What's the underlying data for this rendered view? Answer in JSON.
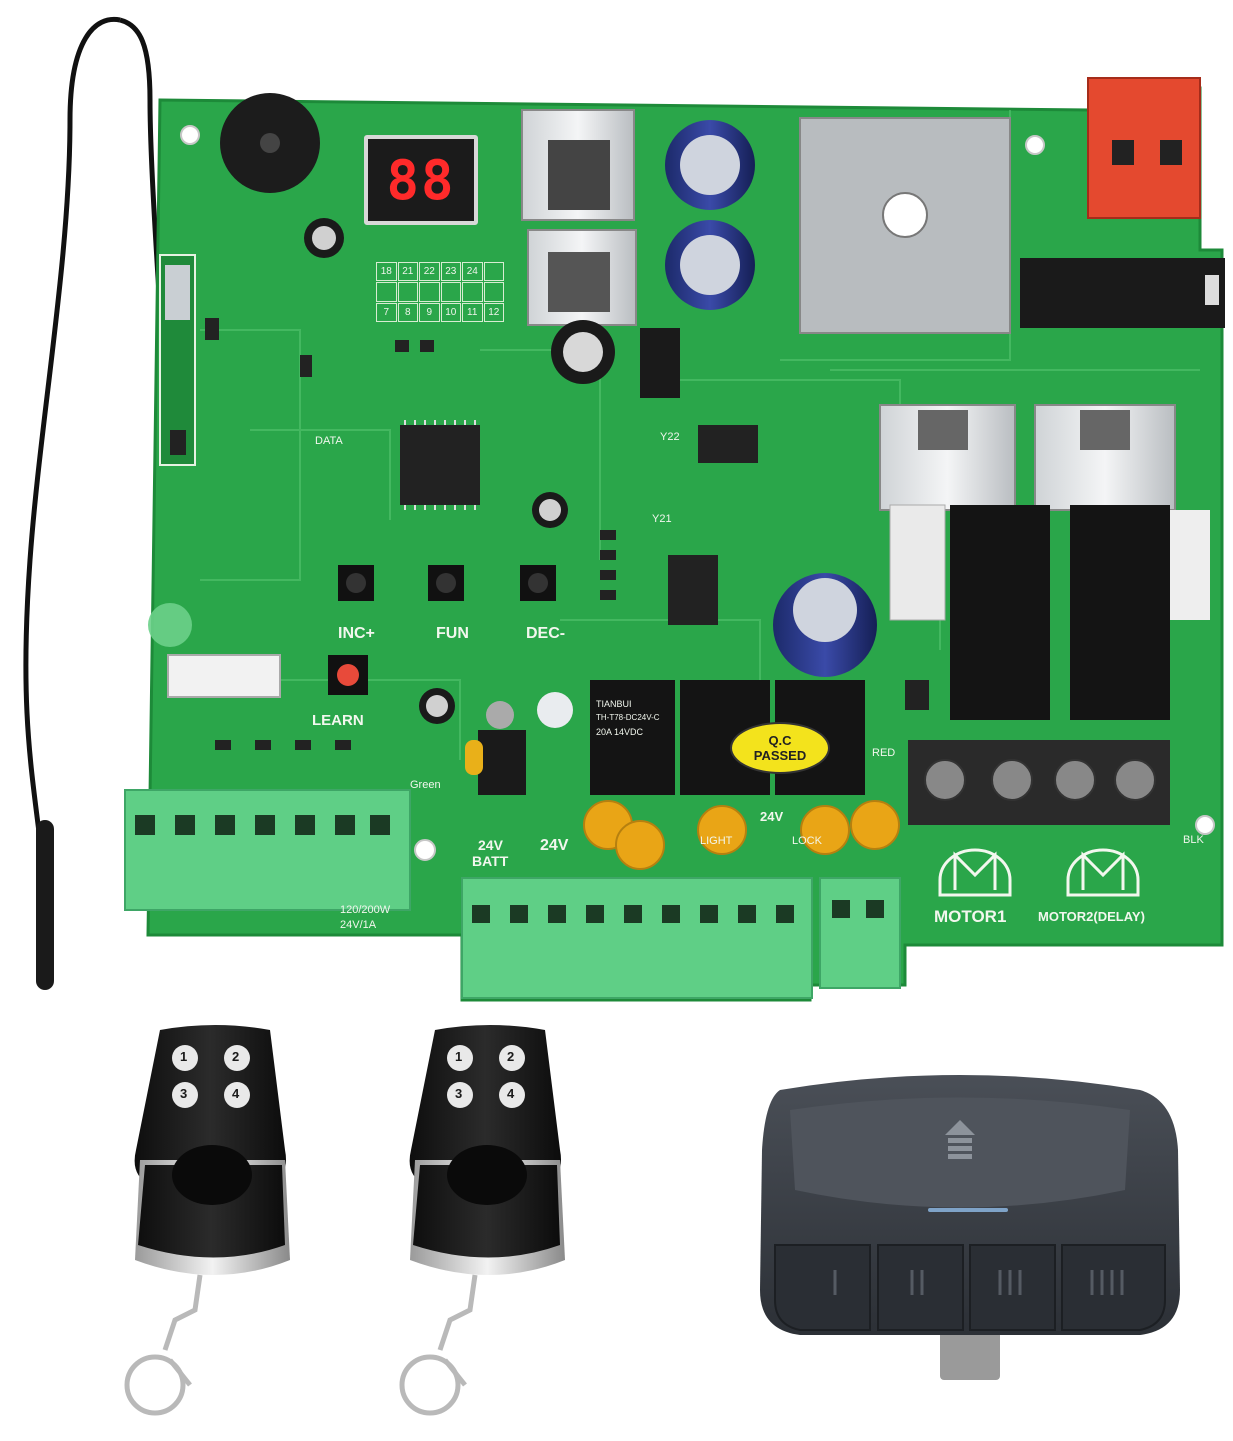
{
  "product": {
    "display_readout": "88",
    "buttons": {
      "inc": "INC+",
      "fun": "FUN",
      "dec": "DEC-",
      "learn": "LEARN"
    },
    "code_grid": [
      "18",
      "21",
      "22",
      "23",
      "24",
      "",
      "",
      "",
      "",
      "",
      "",
      "",
      "7",
      "8",
      "9",
      "10",
      "11",
      "12"
    ],
    "board_labels": {
      "data": "DATA",
      "batt_top": "24V",
      "batt_bottom": "BATT",
      "supply": "24V",
      "lock": "LOCK",
      "light": "LIGHT",
      "out_24v": "24V",
      "green": "Green",
      "motor1": "MOTOR1",
      "motor2": "MOTOR2(DELAY)",
      "rating1": "120/200W",
      "rating2": "24V/1A",
      "blk": "BLK",
      "red": "RED",
      "y22": "Y22",
      "y21": "Y21"
    },
    "relay_brand": "TIANBUI",
    "relay_model": "TH-T78-DC24V-C",
    "relay_spec": "20A 14VDC",
    "qc_line1": "Q.C",
    "qc_line2": "PASSED",
    "remote_buttons": [
      "1",
      "2",
      "3",
      "4"
    ],
    "colors": {
      "pcb": "#2aa64a",
      "pcb_dark": "#1f8a3a",
      "terminal": "#5fcf86",
      "display_digits": "#ff2a2a",
      "qc_sticker": "#f3e31c",
      "remote_body": "#1c1c1c",
      "garage_remote": "#3a3e45"
    },
    "icons": [
      "antenna-wire-icon",
      "buzzer-icon",
      "motor-m-icon",
      "keyring-icon",
      "arrow-up-icon"
    ]
  }
}
